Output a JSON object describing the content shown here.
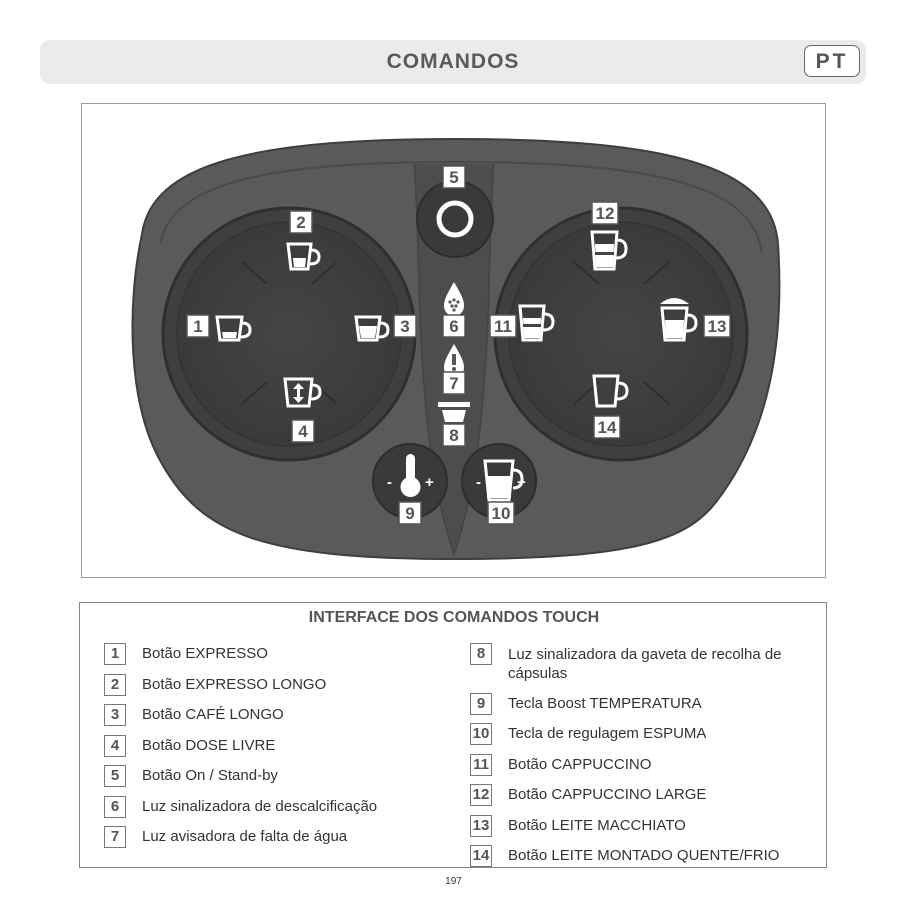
{
  "header": {
    "title": "COMANDOS",
    "lang": "PT"
  },
  "diagram": {
    "labels": [
      "1",
      "2",
      "3",
      "4",
      "5",
      "6",
      "7",
      "8",
      "9",
      "10",
      "11",
      "12",
      "13",
      "14"
    ],
    "minus": "-",
    "plus": "+"
  },
  "legend": {
    "title": "INTERFACE DOS COMANDOS TOUCH",
    "items": [
      {
        "num": "1",
        "text": "Botão EXPRESSO"
      },
      {
        "num": "2",
        "text": "Botão EXPRESSO LONGO"
      },
      {
        "num": "3",
        "text": "Botão CAFÉ LONGO"
      },
      {
        "num": "4",
        "text": "Botão DOSE LIVRE"
      },
      {
        "num": "5",
        "text": "Botão On / Stand-by"
      },
      {
        "num": "6",
        "text": "Luz sinalizadora de descalcificação"
      },
      {
        "num": "7",
        "text": "Luz avisadora de falta de água"
      },
      {
        "num": "8",
        "text": "Luz sinalizadora da gaveta de recolha de cápsulas"
      },
      {
        "num": "9",
        "text": "Tecla Boost TEMPERATURA"
      },
      {
        "num": "10",
        "text": "Tecla de regulagem ESPUMA"
      },
      {
        "num": "11",
        "text": "Botão CAPPUCCINO"
      },
      {
        "num": "12",
        "text": "Botão CAPPUCCINO LARGE"
      },
      {
        "num": "13",
        "text": "Botão LEITE MACCHIATO"
      },
      {
        "num": "14",
        "text": "Botão LEITE MONTADO QUENTE/FRIO"
      }
    ]
  },
  "page_number": "197"
}
